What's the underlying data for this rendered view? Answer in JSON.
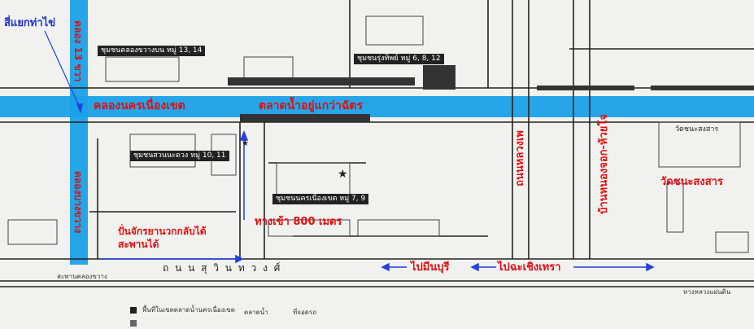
{
  "labels": {
    "intersection": "สี่แยกท่าไข่",
    "canal_main_left": "คลองนครเนื่องเขต",
    "market": "ตลาดน้ำอยู่แกว่าฉัตร",
    "canal_vertical_left_top": "คลอง 13 ขวา",
    "canal_vertical_left_bottom": "คลองบางขวาง",
    "road_red_1": "ถนนหลวงเพ",
    "road_red_2": "บ้านหนองจอก-ห้วยโจ",
    "temple": "วัดชนะสงสาร",
    "entrance": "ทางเข้า 800 เมตร",
    "cycle_note_line1": "ปั่นจักรยานวกกลับได้",
    "cycle_note_line2": "สะพานได้",
    "to_minburi": "ไปมีนบุรี",
    "to_chachoengsao": "ไปฉะเชิงเทรา",
    "highway": "ถ น น สุ วิ น ท ว ง ศ์"
  },
  "boxes": {
    "community_1": "ชุมชนคลองขวางบน หมู่ 13, 14",
    "community_2": "ชุมชนรุ่งทิพย์ หมู่ 6, 8, 12",
    "community_3": "ชุมชนสวนนะดวง หมู่ 10, 11",
    "community_4": "ชุมชนนครเนื่องเขต หมู่ 7, 9",
    "temple_box": "วัดชนะสงสาร"
  },
  "small_text": {
    "legend_1": "พื้นที่ในเขตตลาดน้ำนครเนื่องเขต",
    "legend_2": "ตลาดน้ำ",
    "legend_3": "ที่จอดรถ",
    "bottom_right": "ทางหลวงแผ่นดิน",
    "bridge": "สะพานคลองขวาง"
  },
  "colors": {
    "canal": "#1aa0e8",
    "red_text": "#e01010",
    "arrow_blue": "#2040e0"
  }
}
